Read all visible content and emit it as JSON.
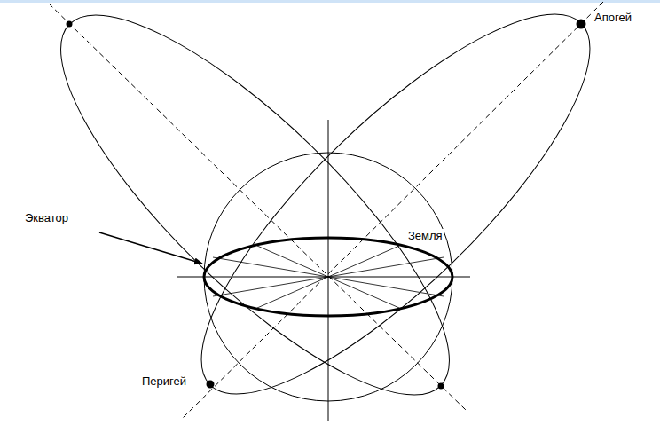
{
  "diagram": {
    "labels": [
      "Апогей",
      "Экватор",
      "Земля",
      "Перигей"
    ]
  }
}
